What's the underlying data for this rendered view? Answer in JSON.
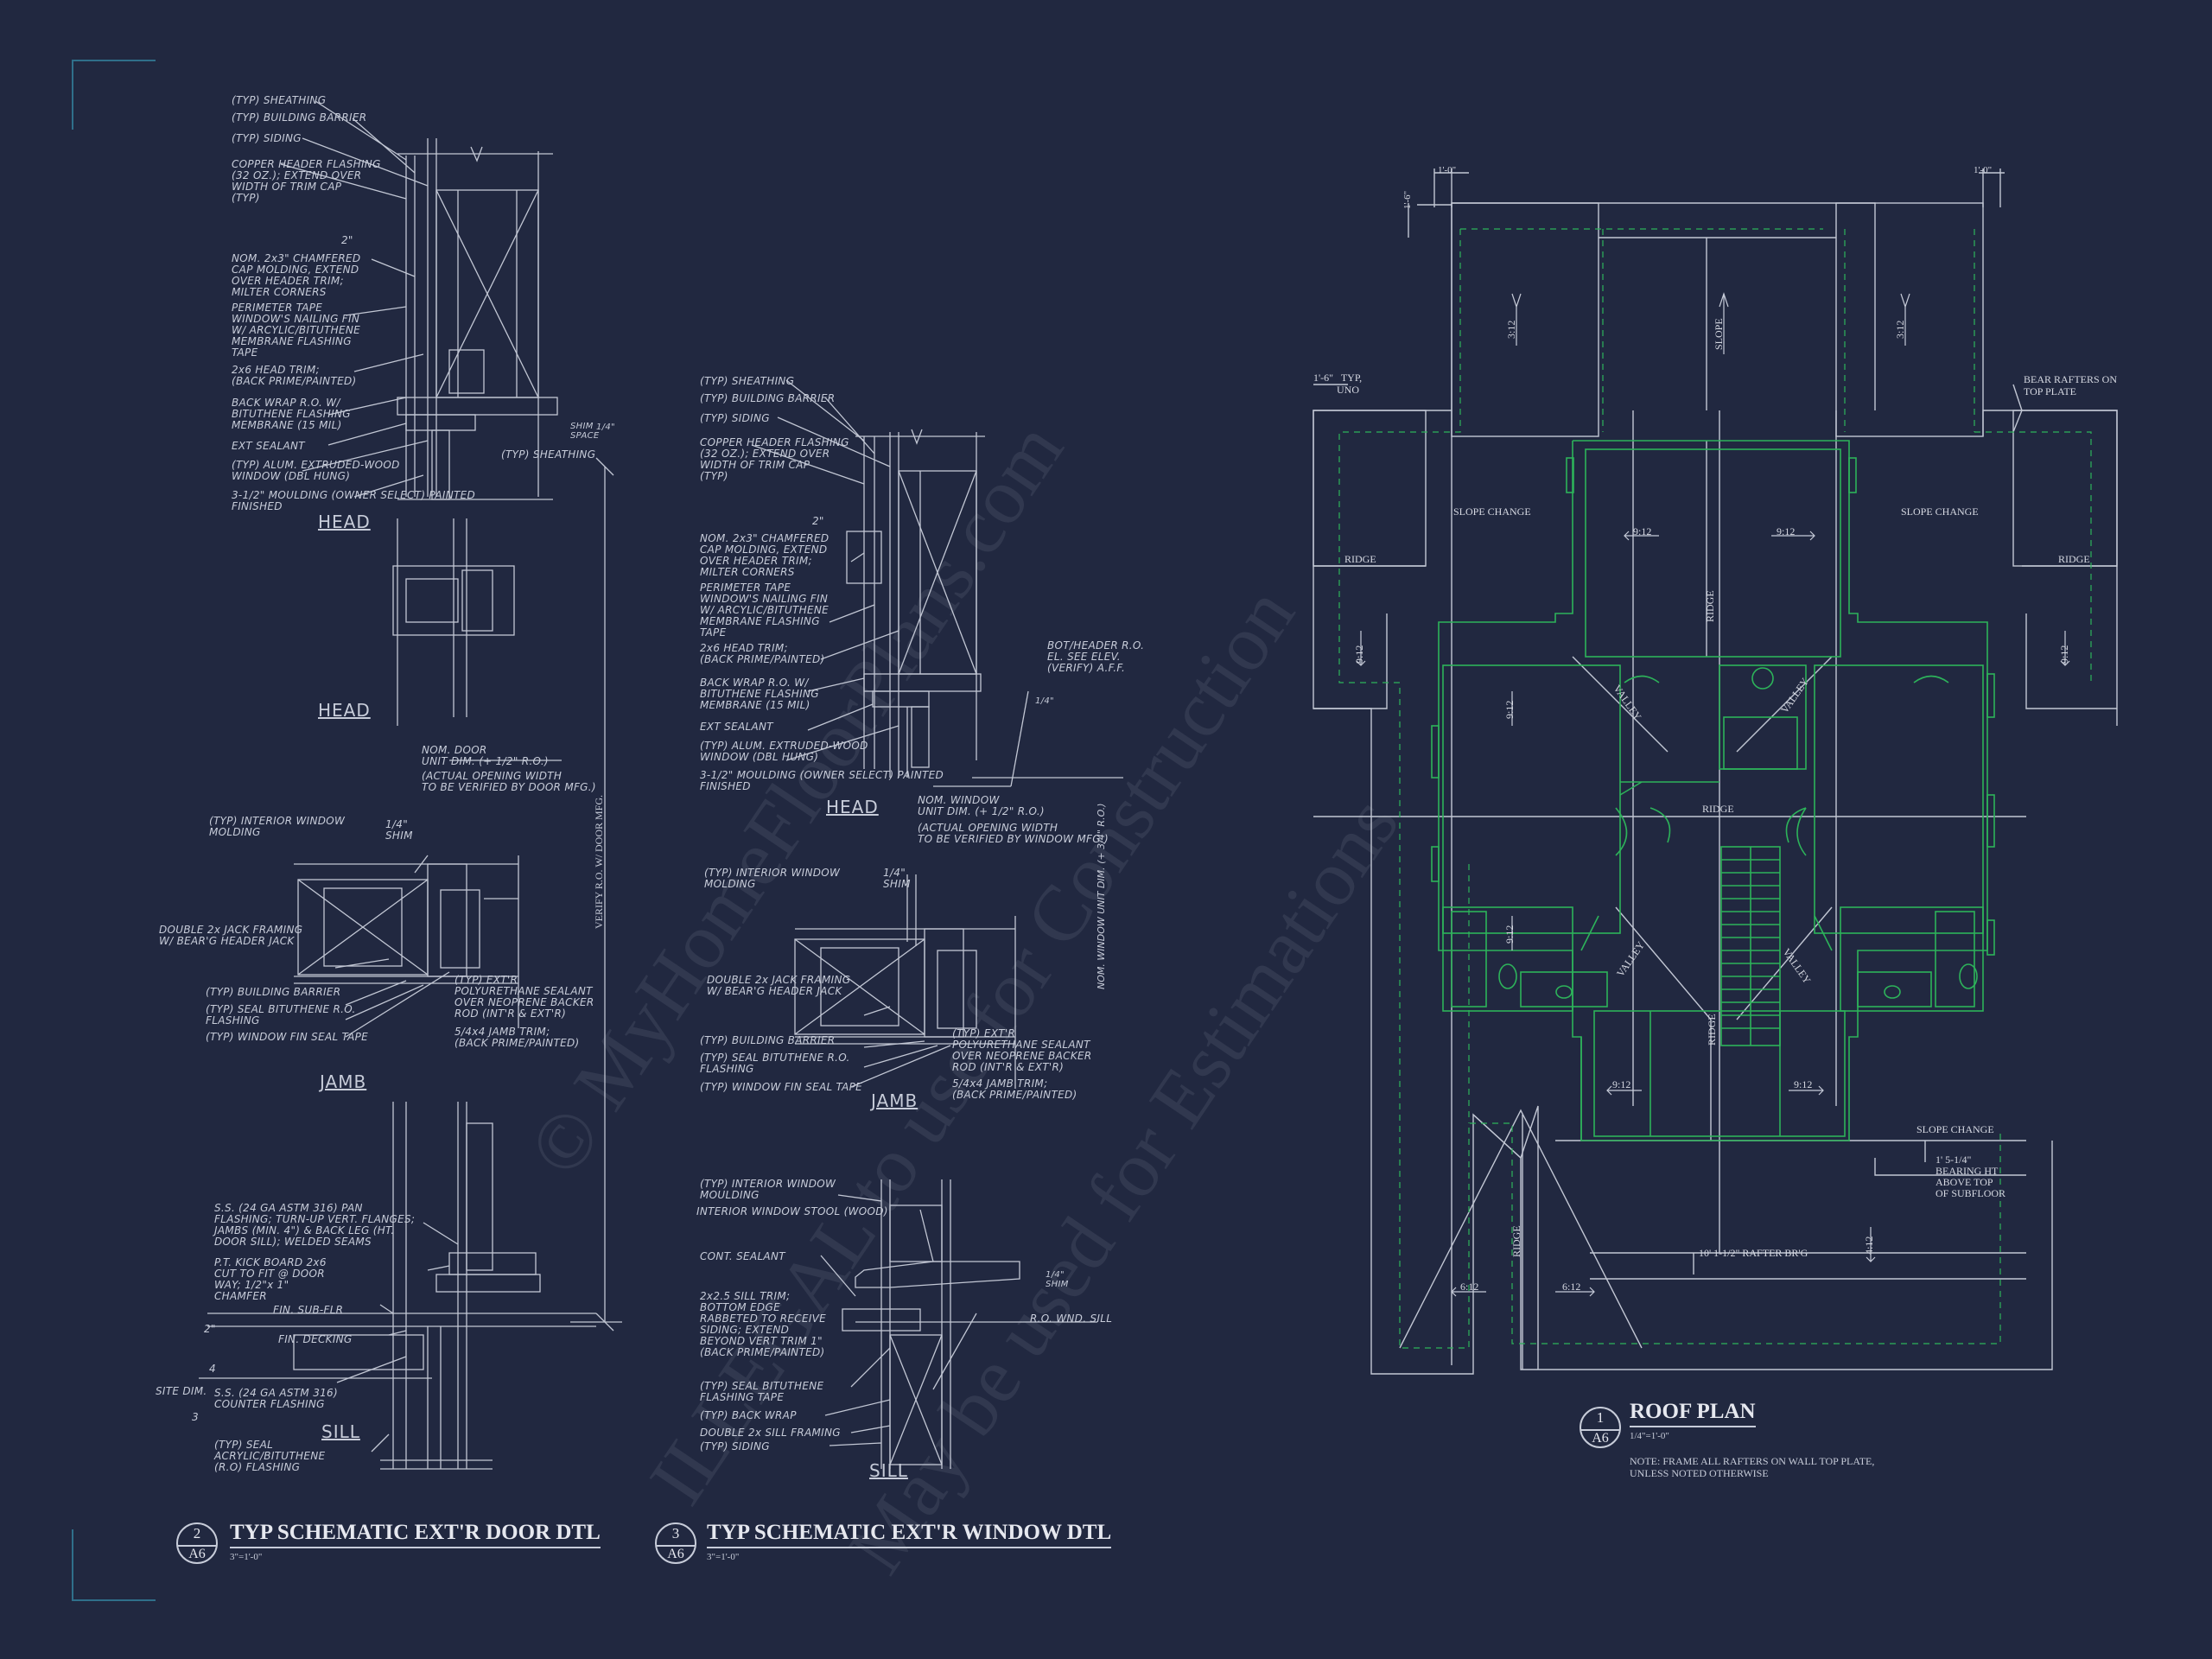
{
  "door_detail": {
    "head_labels": [
      "(TYP) SHEATHING",
      "(TYP) BUILDING BARRIER",
      "(TYP) SIDING",
      "COPPER HEADER FLASHING\n(32 OZ.); EXTEND OVER\nWIDTH OF TRIM CAP\n(TYP)",
      "NOM. 2x3\" CHAMFERED\nCAP MOLDING, EXTEND\nOVER HEADER TRIM;\nMILTER CORNERS",
      "PERIMETER TAPE\nWINDOW'S NAILING FIN\nW/ ARCYLIC/BITUTHENE\nMEMBRANE FLASHING\nTAPE",
      "2x6 HEAD TRIM;\n(BACK PRIME/PAINTED)",
      "BACK WRAP R.O. W/\nBITUTHENE FLASHING\nMEMBRANE (15 MIL)",
      "EXT SEALANT",
      "(TYP) ALUM. EXTRUDED-WOOD\nWINDOW (DBL HUNG)",
      "3-1/2\" MOULDING (OWNER SELECT) PAINTED\nFINISHED"
    ],
    "head_dim": "2\"",
    "sheathing_right": "(TYP) SHEATHING",
    "shim_space": "SHIM\nSPACE",
    "quarter": "1/4\"",
    "head_section": "HEAD",
    "head_section_2": "HEAD",
    "unit_dim": "NOM. DOOR\nUNIT DIM. (+ 1/2\" R.O.)",
    "actual_opening": "(ACTUAL OPENING WIDTH\nTO BE VERIFIED BY DOOR MFG.)",
    "verify_ro": "VERIFY R.O. W/ DOOR MFG.",
    "jamb_labels": [
      "(TYP) INTERIOR WINDOW\nMOLDING",
      "1/4\"\nSHIM",
      "DOUBLE 2x JACK FRAMING\nW/ BEAR'G HEADER JACK",
      "(TYP) BUILDING BARRIER",
      "(TYP) SEAL BITUTHENE R.O.\nFLASHING",
      "(TYP) WINDOW FIN SEAL TAPE",
      "(TYP) EXT'R\nPOLYURETHANE SEALANT\nOVER NEOPRENE BACKER\nROD (INT'R & EXT'R)",
      "5/4x4 JAMB TRIM;\n(BACK PRIME/PAINTED)"
    ],
    "jamb_section": "JAMB",
    "sill_labels": [
      "S.S. (24 GA ASTM 316) PAN\nFLASHING; TURN-UP VERT. FLANGES;\nJAMBS (MIN. 4\") & BACK LEG (HT.\nDOOR SILL); WELDED SEAMS",
      "P.T. KICK BOARD 2x6\nCUT TO FIT @ DOOR\nWAY; 1/2\"x 1\"\nCHAMFER",
      "FIN. SUB-FLR",
      "FIN. DECKING",
      "SITE DIM.",
      "S.S. (24 GA ASTM 316)\nCOUNTER FLASHING",
      "(TYP) SEAL\nACRYLIC/BITUTHENE\n(R.O) FLASHING"
    ],
    "sill_dims": [
      "2\"",
      "4",
      "3"
    ],
    "sill_section": "SILL",
    "number": "2",
    "sheet": "A6",
    "title": "TYP SCHEMATIC EXT'R DOOR DTL",
    "scale": "3\"=1'-0\""
  },
  "window_detail": {
    "head_labels": [
      "(TYP) SHEATHING",
      "(TYP) BUILDING BARRIER",
      "(TYP) SIDING",
      "COPPER HEADER FLASHING\n(32 OZ.); EXTEND OVER\nWIDTH OF TRIM CAP\n(TYP)",
      "NOM. 2x3\" CHAMFERED\nCAP MOLDING, EXTEND\nOVER HEADER TRIM;\nMILTER CORNERS",
      "PERIMETER TAPE\nWINDOW'S NAILING FIN\nW/ ARCYLIC/BITUTHENE\nMEMBRANE FLASHING\nTAPE",
      "2x6 HEAD TRIM;\n(BACK PRIME/PAINTED)",
      "BACK WRAP R.O. W/\nBITUTHENE FLASHING\nMEMBRANE (15 MIL)",
      "EXT SEALANT",
      "(TYP) ALUM. EXTRUDED-WOOD\nWINDOW (DBL HUNG)",
      "3-1/2\" MOULDING (OWNER SELECT) PAINTED\nFINISHED"
    ],
    "head_dim": "2\"",
    "bot_header": "BOT/HEADER R.O.\nEL. SEE ELEV.\n(VERIFY) A.F.F.",
    "quarter": "1/4\"",
    "head_section": "HEAD",
    "unit_dim": "NOM. WINDOW\nUNIT DIM. (+ 1/2\" R.O.)",
    "actual_opening": "(ACTUAL OPENING WIDTH\nTO BE VERIFIED BY WINDOW MFG.)",
    "vert_unit_dim": "NOM. WINDOW UNIT DIM. (+ 3/4\" R.O.)",
    "jamb_labels": [
      "(TYP) INTERIOR WINDOW\nMOLDING",
      "1/4\"\nSHIM",
      "DOUBLE 2x JACK FRAMING\nW/ BEAR'G HEADER JACK",
      "(TYP) BUILDING BARRIER",
      "(TYP) SEAL BITUTHENE R.O.\nFLASHING",
      "(TYP) WINDOW FIN SEAL TAPE",
      "(TYP) EXT'R\nPOLYURETHANE SEALANT\nOVER NEOPRENE BACKER\nROD (INT'R & EXT'R)",
      "5/4x4 JAMB TRIM;\n(BACK PRIME/PAINTED)"
    ],
    "jamb_section": "JAMB",
    "sill_labels": [
      "(TYP) INTERIOR WINDOW\nMOULDING",
      "INTERIOR WINDOW STOOL (WOOD)",
      "CONT. SEALANT",
      "2x2.5 SILL TRIM;\nBOTTOM EDGE\nRABBETED TO RECEIVE\nSIDING; EXTEND\nBEYOND VERT TRIM 1\"\n(BACK PRIME/PAINTED)",
      "(TYP) SEAL BITUTHENE\nFLASHING TAPE",
      "(TYP) BACK WRAP",
      "DOUBLE 2x SILL FRAMING",
      "(TYP) SIDING"
    ],
    "sill_shim": "1/4\"\nSHIM",
    "ro_sill": "R.O. WND. SILL",
    "sill_section": "SILL",
    "number": "3",
    "sheet": "A6",
    "title": "TYP SCHEMATIC EXT'R WINDOW DTL",
    "scale": "3\"=1'-0\""
  },
  "roof_plan": {
    "dims_top": [
      "1'-0\"",
      "1'-0\"",
      "1'-6\""
    ],
    "typ_uno": "1'-6\"   TYP,\n         UNO",
    "bear_rafters": "BEAR RAFTERS ON\nTOP PLATE",
    "slope_change_left": "SLOPE CHANGE",
    "slope_change_right": "SLOPE CHANGE",
    "slope_change_low": "SLOPE CHANGE",
    "ridge_left": "RIDGE",
    "ridge_right": "RIDGE",
    "ridge_center": "RIDGE",
    "ridge_vertical_1": "RIDGE",
    "ridge_vertical_2": "RIDGE",
    "ridge_vertical_3": "RIDGE",
    "slope": "SLOPE",
    "valley": "VALLEY",
    "pitch_312": "3:12",
    "pitch_912": "9:12",
    "pitch_612": "6:12",
    "pitch_412": "4:12",
    "bearing_ht": "1' 5-1/4\"\nBEARING HT\nABOVE TOP\nOF SUBFLOOR",
    "rafter_brg": "10' 1-1/2\" RAFTER BR'G",
    "number": "1",
    "sheet": "A6",
    "title": "ROOF PLAN",
    "scale": "1/4\"=1'-0\"",
    "note": "NOTE: FRAME ALL RAFTERS ON WALL TOP PLATE,\nUNLESS NOTED OTHERWISE"
  },
  "watermark": {
    "line1": "© MyHomeFloorPlans.com",
    "line2": "ILLEGAL to use for Construction",
    "line3": "May be used for Estimations"
  }
}
